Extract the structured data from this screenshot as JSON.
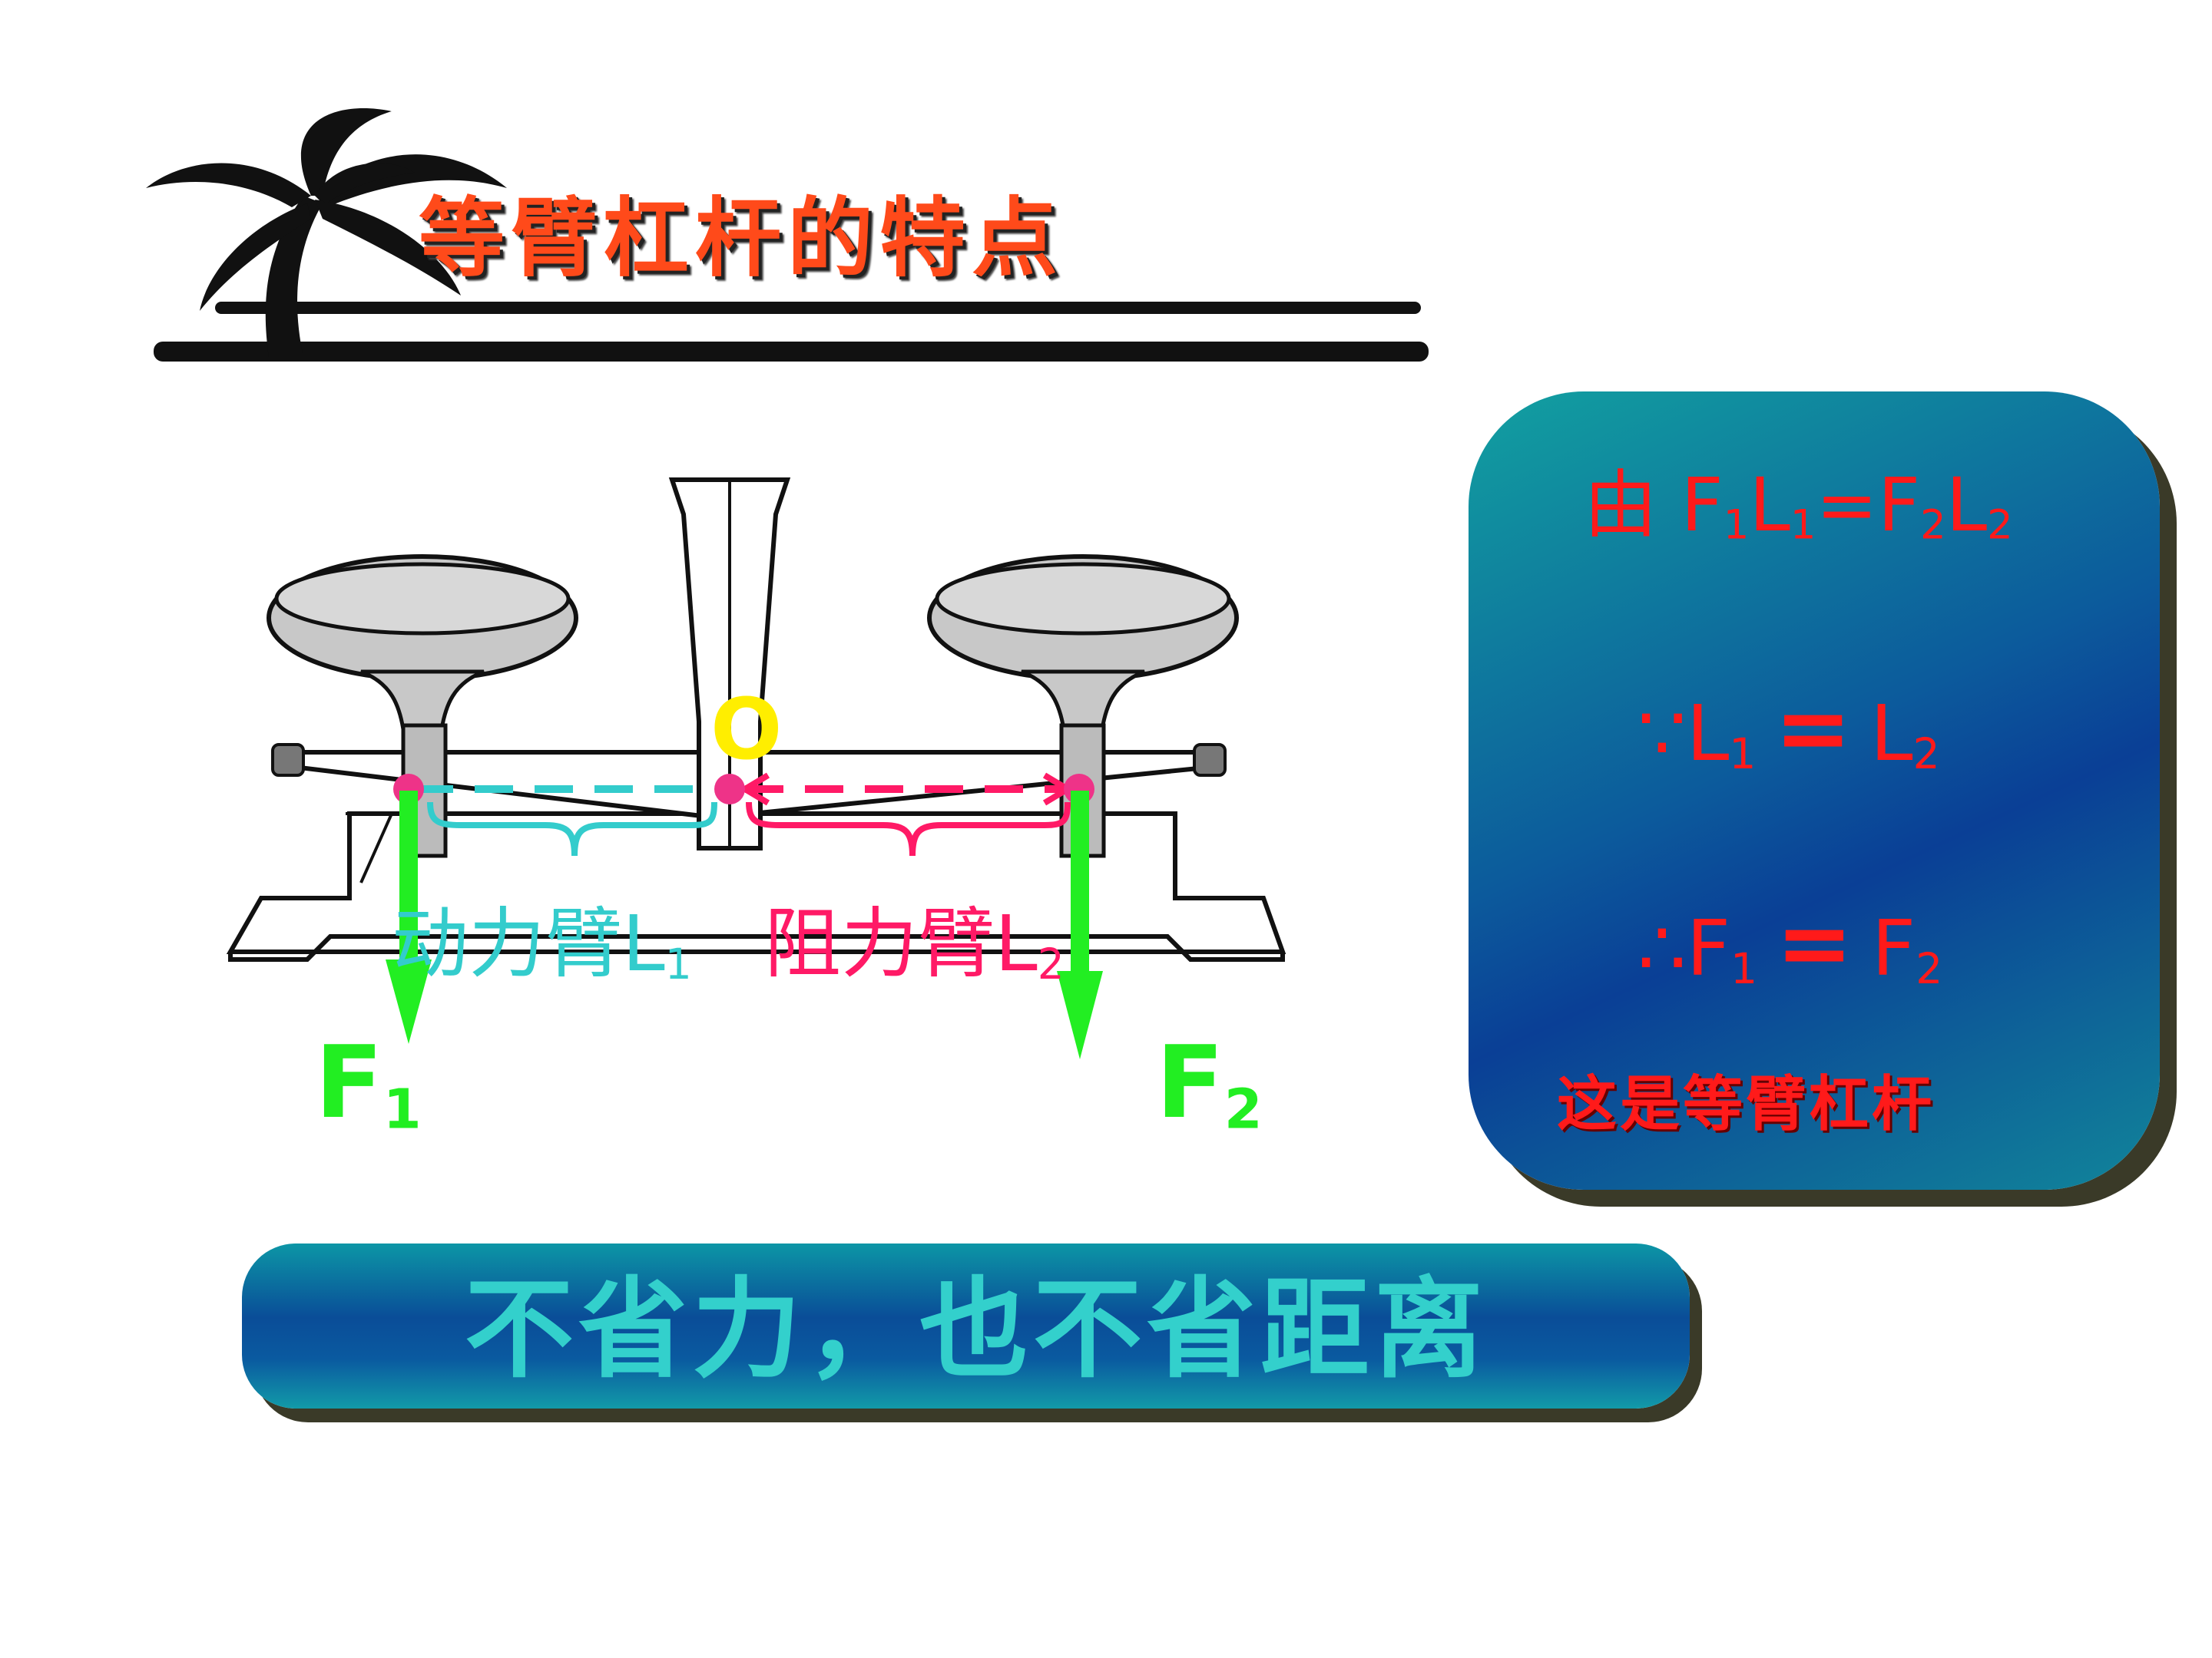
{
  "slide": {
    "title": "等臂杠杆的特点"
  },
  "diagram": {
    "effort_arm_label": "动力臂L",
    "effort_arm_sub": "1",
    "resistance_arm_label": "阻力臂L",
    "resistance_arm_sub": "2",
    "fulcrum_label": "O",
    "force1_label": "F",
    "force1_sub": "1",
    "force2_label": "F",
    "force2_sub": "2",
    "colors": {
      "effort_arm": "#33cccc",
      "resistance_arm": "#ff1a66",
      "force_arrow": "#22ee22",
      "fulcrum": "#ffee00"
    }
  },
  "panel": {
    "line1_prefix": "由",
    "line1_formula": "F1L1=F2L2",
    "line2_prefix": "∵L",
    "line2_sub_a": "1",
    "line2_eq": "=",
    "line2_rhs": "L",
    "line2_sub_b": "2",
    "line3_prefix": "∴F",
    "line3_sub_a": "1",
    "line3_eq": "=",
    "line3_rhs": "F",
    "line3_sub_b": "2",
    "line4": "这是等臂杠杆"
  },
  "banner": {
    "text": "不省力，也不省距离"
  }
}
